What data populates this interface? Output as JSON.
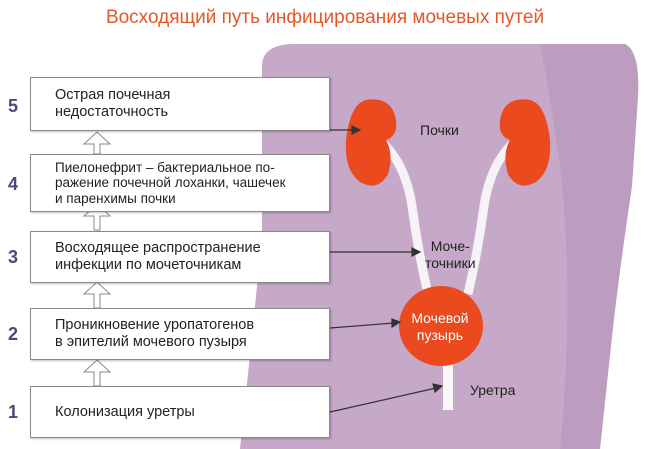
{
  "title": "Восходящий путь инфицирования мочевых путей",
  "stages": [
    {
      "number": "5",
      "text": "Острая почечная\nнедостаточность"
    },
    {
      "number": "4",
      "text": "Пиелонефрит – бактериальное по-\nражение почечной лоханки, чашечек\nи паренхимы почки"
    },
    {
      "number": "3",
      "text": "Восходящее распространение\nинфекции по мочеточникам"
    },
    {
      "number": "2",
      "text": "Проникновение уропатогенов\nв эпителий мочевого пузыря"
    },
    {
      "number": "1",
      "text": "Колонизация уретры"
    }
  ],
  "organs": {
    "kidneys": "Почки",
    "ureters": "Моче-\nточники",
    "bladder": "Мочевой\nпузырь",
    "urethra": "Уретра"
  },
  "colors": {
    "title": "#e4572a",
    "organ": "#ea4a1d",
    "body": "#c6a8c8",
    "stage_number": "#4a4a78"
  }
}
